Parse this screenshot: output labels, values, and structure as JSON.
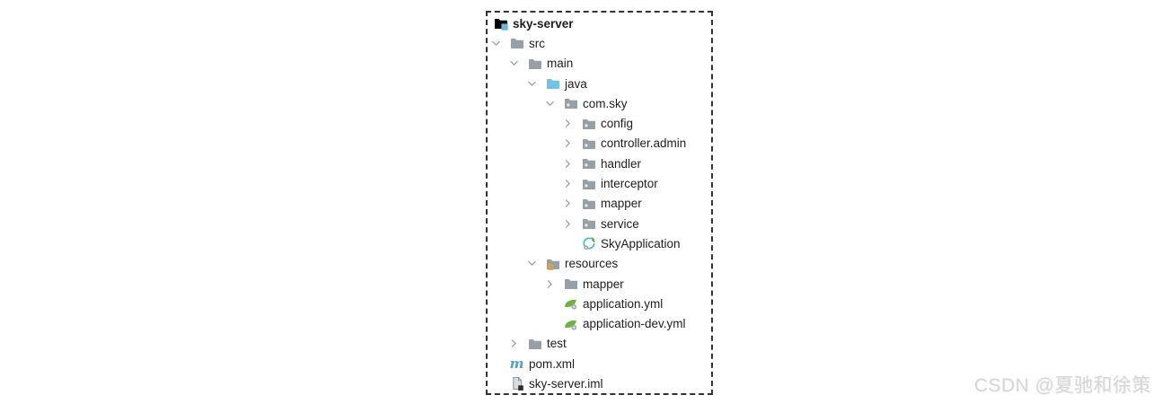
{
  "watermark": {
    "text": "CSDN @夏驰和徐策"
  },
  "colors": {
    "folder_gray": "#97A0A7",
    "java_source_blue": "#6FC3E9",
    "project_accent_blue": "#62B9E2",
    "spring_green": "#6DB33F",
    "spring_teal": "#41B9D5",
    "maven_blue": "#4E9FD4",
    "resources_yellow": "#E2A63D",
    "text": "#1E1E1E",
    "border": "#333333",
    "watermark": "#D6D6D6"
  },
  "tree": {
    "rows": [
      {
        "label": "sky-server",
        "level": 0,
        "icon": "project-folder",
        "expanded": true,
        "bold": true
      },
      {
        "label": "src",
        "level": 1,
        "icon": "folder",
        "expanded": true
      },
      {
        "label": "main",
        "level": 2,
        "icon": "folder",
        "expanded": true
      },
      {
        "label": "java",
        "level": 3,
        "icon": "java-source-folder",
        "expanded": true
      },
      {
        "label": "com.sky",
        "level": 4,
        "icon": "package",
        "expanded": true
      },
      {
        "label": "config",
        "level": 5,
        "icon": "package",
        "expanded": false
      },
      {
        "label": "controller.admin",
        "level": 5,
        "icon": "package",
        "expanded": false
      },
      {
        "label": "handler",
        "level": 5,
        "icon": "package",
        "expanded": false
      },
      {
        "label": "interceptor",
        "level": 5,
        "icon": "package",
        "expanded": false
      },
      {
        "label": "mapper",
        "level": 5,
        "icon": "package",
        "expanded": false
      },
      {
        "label": "service",
        "level": 5,
        "icon": "package",
        "expanded": false
      },
      {
        "label": "SkyApplication",
        "level": 5,
        "icon": "spring-boot-class",
        "expanded": null
      },
      {
        "label": "resources",
        "level": 3,
        "icon": "resources-folder",
        "expanded": true
      },
      {
        "label": "mapper",
        "level": 4,
        "icon": "folder",
        "expanded": false
      },
      {
        "label": "application.yml",
        "level": 4,
        "icon": "spring-yaml-file",
        "expanded": null
      },
      {
        "label": "application-dev.yml",
        "level": 4,
        "icon": "spring-yaml-file",
        "expanded": null
      },
      {
        "label": "test",
        "level": 2,
        "icon": "folder",
        "expanded": false
      },
      {
        "label": "pom.xml",
        "level": 1,
        "icon": "maven-file",
        "expanded": null
      },
      {
        "label": "sky-server.iml",
        "level": 1,
        "icon": "module-file",
        "expanded": null
      }
    ]
  }
}
